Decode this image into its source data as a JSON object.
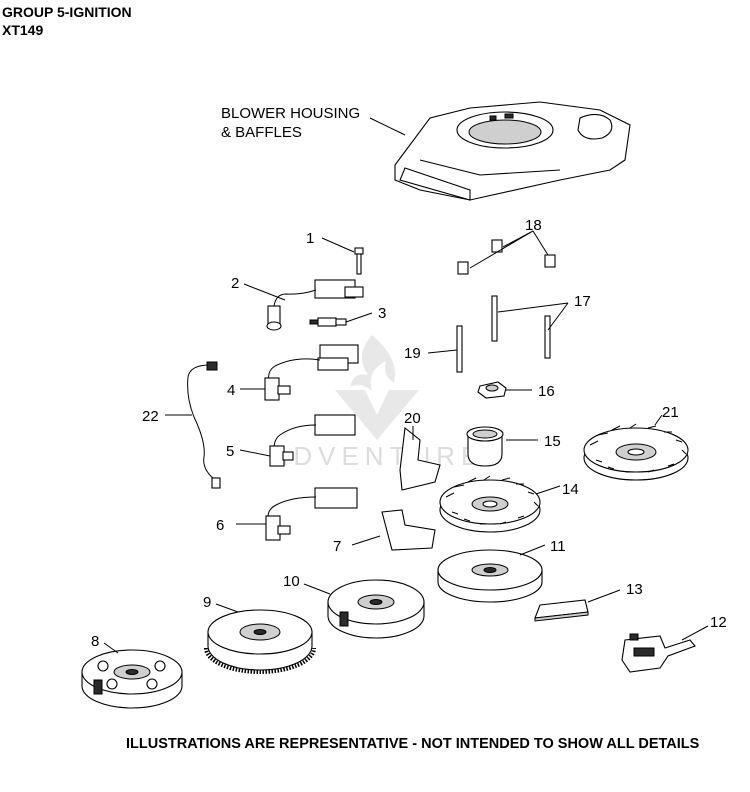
{
  "header": {
    "line1": "GROUP 5-IGNITION",
    "line2": "XT149"
  },
  "footer": "ILLUSTRATIONS ARE REPRESENTATIVE - NOT INTENDED TO SHOW ALL DETAILS",
  "blower_label": {
    "line1": "BLOWER HOUSING",
    "line2": "& BAFFLES"
  },
  "callouts": {
    "c1": "1",
    "c2": "2",
    "c3": "3",
    "c4": "4",
    "c5": "5",
    "c6": "6",
    "c7": "7",
    "c8": "8",
    "c9": "9",
    "c10": "10",
    "c11": "11",
    "c12": "12",
    "c13": "13",
    "c14": "14",
    "c15": "15",
    "c16": "16",
    "c17": "17",
    "c18": "18",
    "c19": "19",
    "c20": "20",
    "c21": "21",
    "c22": "22"
  },
  "watermark": "ADVENTURE"
}
